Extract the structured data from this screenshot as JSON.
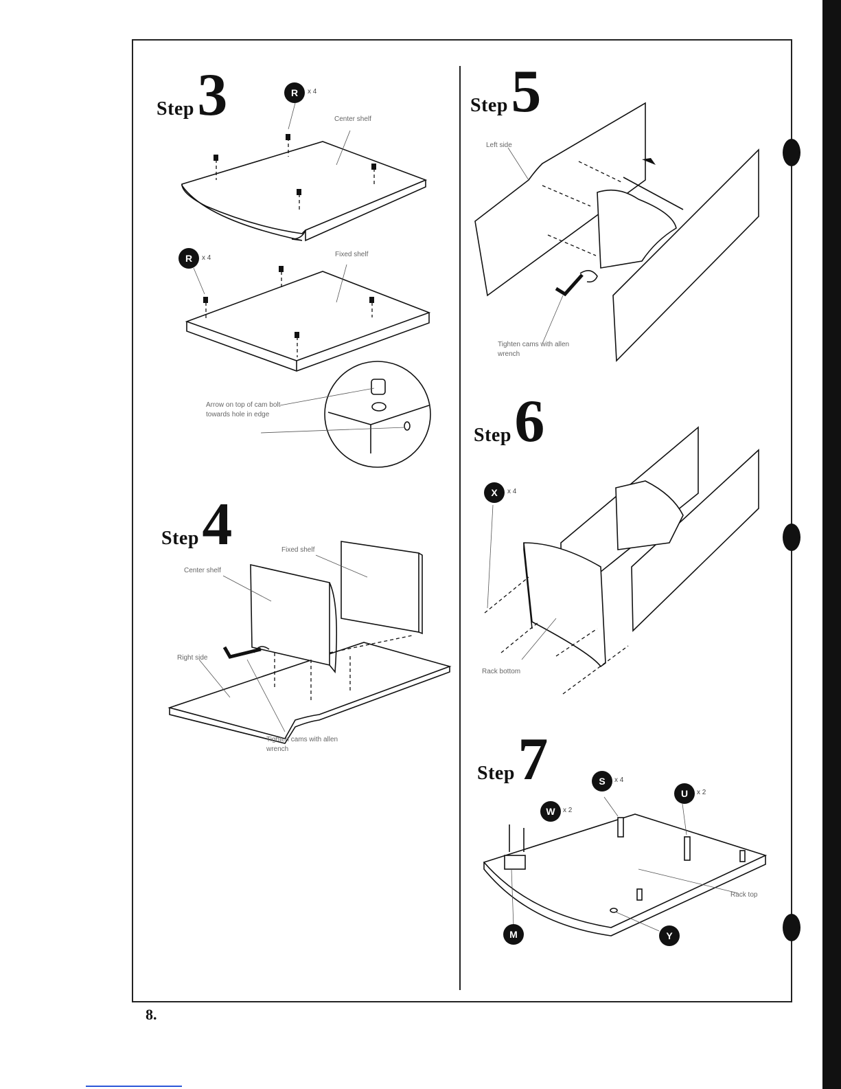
{
  "page_number": "8.",
  "steps": {
    "s3": {
      "word": "Step",
      "number": "3"
    },
    "s4": {
      "word": "Step",
      "number": "4"
    },
    "s5": {
      "word": "Step",
      "number": "5"
    },
    "s6": {
      "word": "Step",
      "number": "6"
    },
    "s7": {
      "word": "Step",
      "number": "7"
    }
  },
  "callouts": {
    "center_shelf_3": "Center shelf",
    "fixed_shelf_3": "Fixed shelf",
    "cam_note": "Arrow on top of cam bolt towards hole in edge",
    "center_shelf_4": "Center shelf",
    "fixed_shelf_4": "Fixed shelf",
    "right_side_4": "Right side",
    "tighten_4": "Tighten cams with allen wrench",
    "left_side_5": "Left side",
    "tighten_5": "Tighten cams with allen wrench",
    "rack_bottom": "Rack bottom",
    "rack_top": "Rack top"
  },
  "parts": {
    "R_a": {
      "letter": "R",
      "qty": "x 4"
    },
    "R_b": {
      "letter": "R",
      "qty": "x 4"
    },
    "X": {
      "letter": "X",
      "qty": "x 4"
    },
    "S": {
      "letter": "S",
      "qty": "x 4"
    },
    "U": {
      "letter": "U",
      "qty": "x 2"
    },
    "W": {
      "letter": "W",
      "qty": "x 2"
    },
    "M": {
      "letter": "M"
    },
    "Y": {
      "letter": "Y"
    }
  },
  "icons": [
    "allen-wrench-icon",
    "rotate-arrow-icon",
    "cam-bolt-icon",
    "dowel-icon",
    "screw-icon"
  ]
}
